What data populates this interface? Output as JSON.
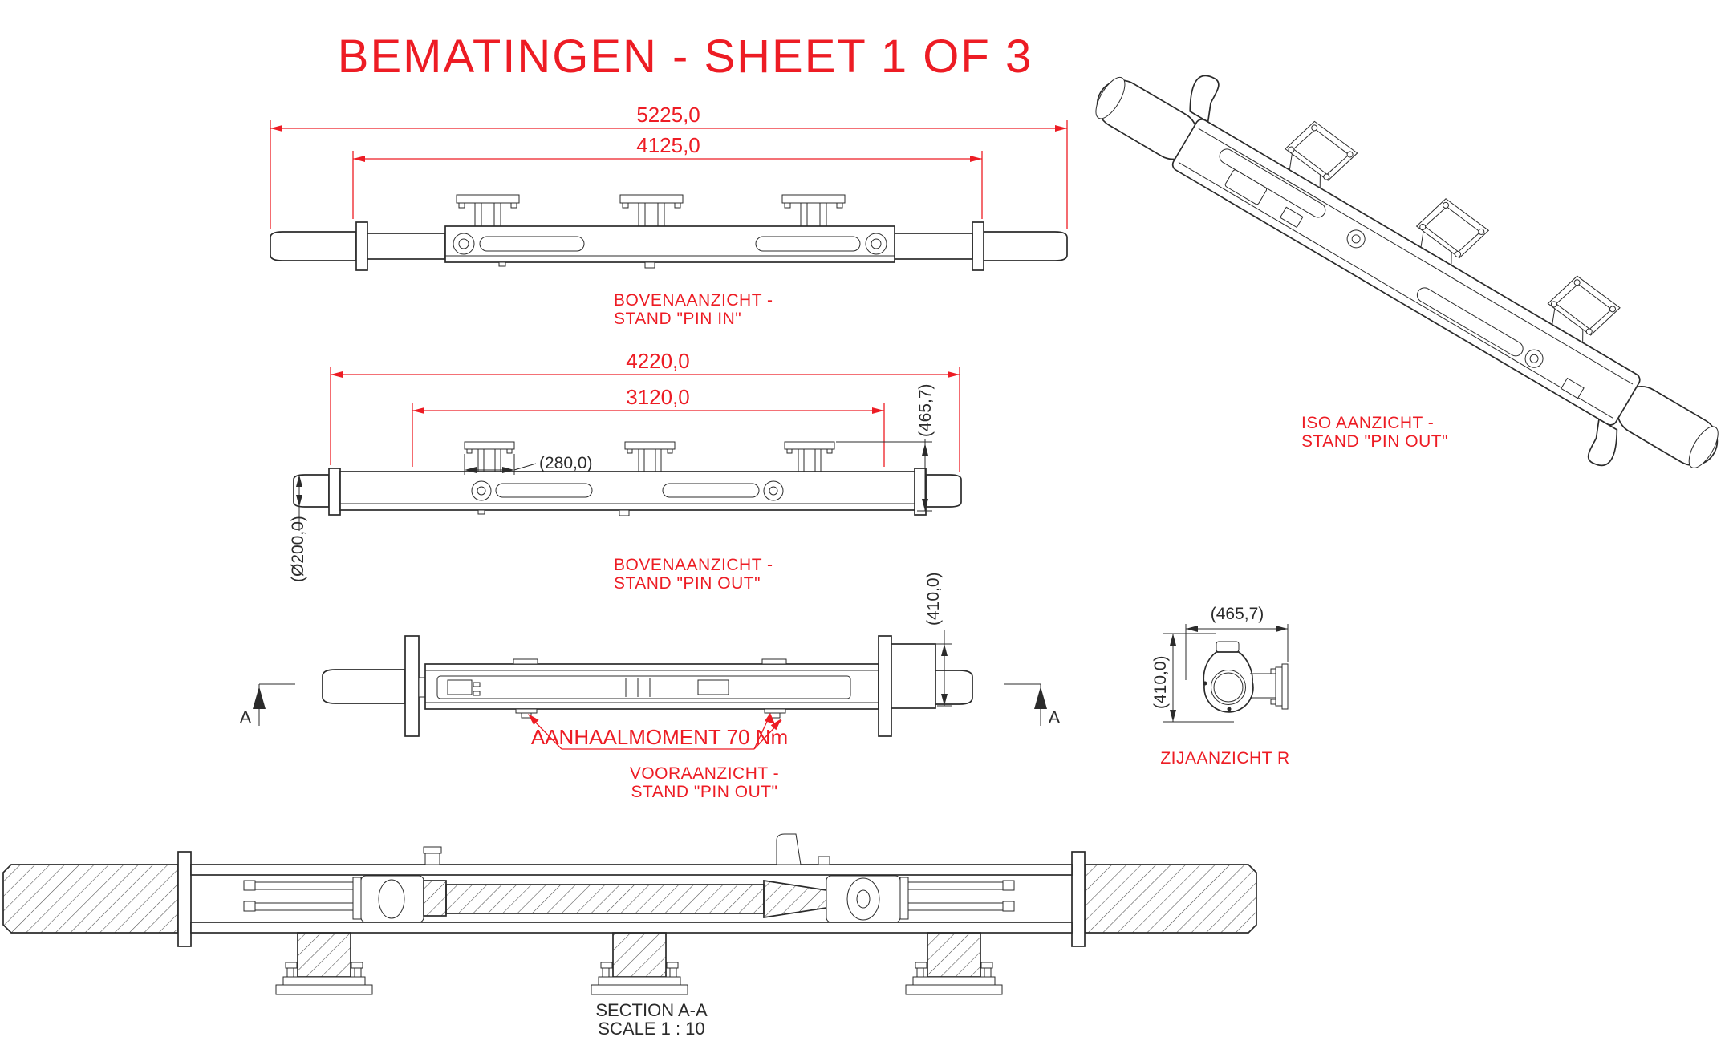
{
  "colors": {
    "accent_red": "#ed1c24",
    "line_black": "#2b2b2b",
    "background": "#ffffff"
  },
  "title": "BEMATINGEN - SHEET 1 OF 3",
  "views": {
    "top_pin_in": {
      "label_line1": "BOVENAANZICHT -",
      "label_line2": "STAND \"PIN IN\"",
      "dim_overall_length": "5225,0",
      "dim_inner_length": "4125,0"
    },
    "top_pin_out": {
      "label_line1": "BOVENAANZICHT -",
      "label_line2": "STAND \"PIN OUT\"",
      "dim_overall_length": "4220,0",
      "dim_inner_length": "3120,0",
      "dim_support_width": "(280,0)",
      "dim_bracket_width": "(465,7)",
      "dim_pin_diameter": "(Ø200,0)"
    },
    "front_pin_out": {
      "label_line1": "VOORAANZICHT -",
      "label_line2": "STAND \"PIN OUT\"",
      "torque_note": "AANHAALMOMENT 70 Nm",
      "dim_end_height": "(410,0)",
      "section_marker_left": "A",
      "section_marker_right": "A"
    },
    "iso_pin_out": {
      "label_line1": "ISO AANZICHT -",
      "label_line2": "STAND \"PIN OUT\""
    },
    "side_right": {
      "label": "ZIJAANZICHT R",
      "dim_width": "(465,7)",
      "dim_height": "(410,0)"
    },
    "section_aa": {
      "label_line1": "SECTION A-A",
      "label_line2": "SCALE 1 : 10"
    }
  }
}
